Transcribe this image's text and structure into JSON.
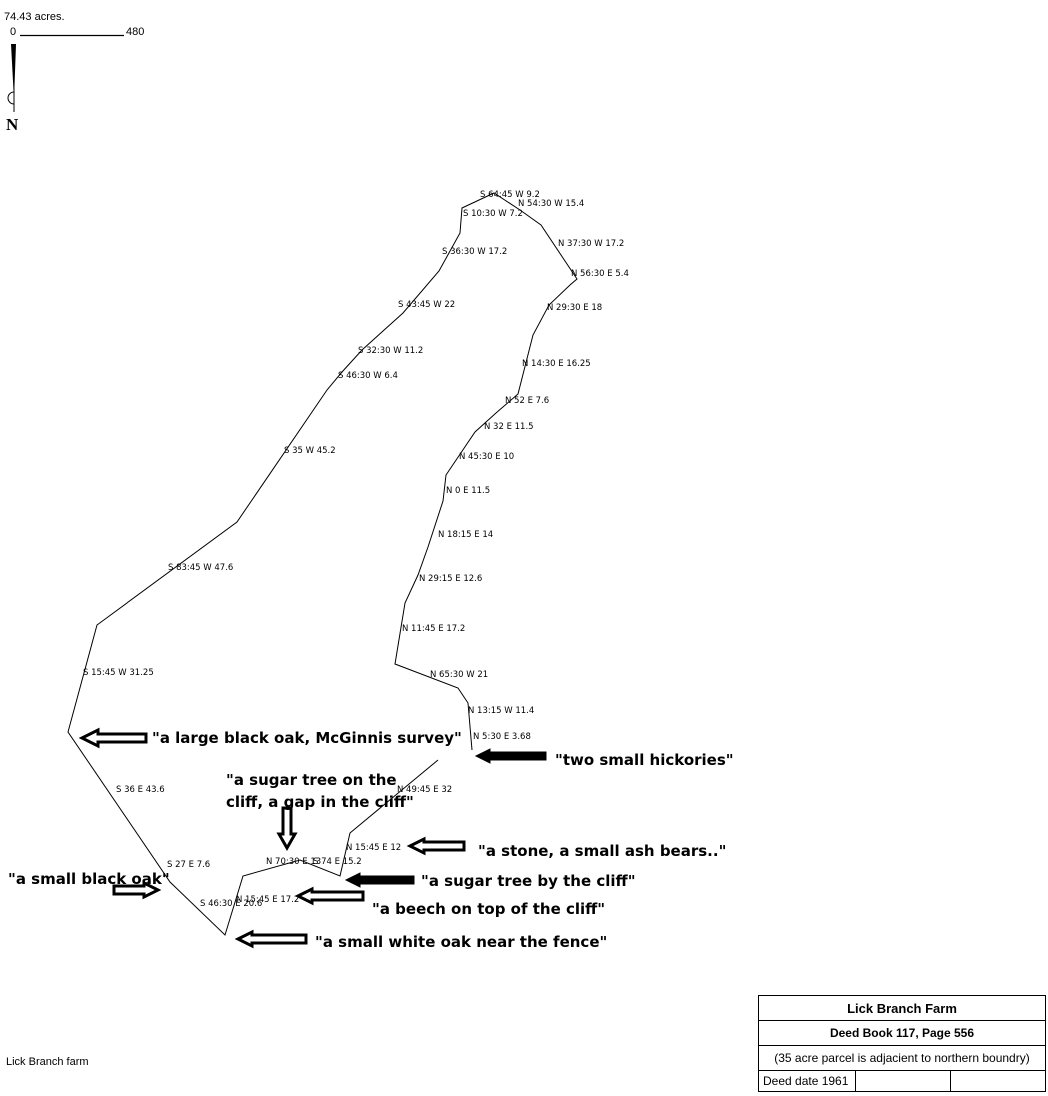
{
  "acreage": "74.43 acres.",
  "scale": {
    "start": "0",
    "end": "480"
  },
  "north_label": "N",
  "footer_label": "Lick Branch farm",
  "title_block": {
    "title": "Lick Branch Farm",
    "deed_ref": "Deed Book 117, Page 556",
    "note": "(35 acre parcel is adjacient to northern boundry)",
    "deed_date": "Deed date 1961"
  },
  "bearings": [
    "S 64:45 W 9.2",
    "N 54:30 W 15.4",
    "S 10:30 W 7.2",
    "N 37:30 W 17.2",
    "S 36:30 W 17.2",
    "N 56:30 E 5.4",
    "N 29:30 E 18",
    "S 43:45 W 22",
    "S 32:30 W 11.2",
    "N 14:30 E 16.25",
    "S 46:30 W 6.4",
    "N 52 E 7.6",
    "N 32 E 11.5",
    "S 35 W 45.2",
    "N 45:30 E 10",
    "N 0 E 11.5",
    "N 18:15 E 14",
    "S 83:45 W 47.6",
    "N 29:15 E 12.6",
    "N 11:45 E 17.2",
    "S 15:45 W 31.25",
    "N 65:30 W 21",
    "N 13:15 W 11.4",
    "N 5:30 E 3.68",
    "S 36 E 43.6",
    "N 49:45 E 32",
    "N 15:45 E 12",
    "N 70:30 E 13",
    "S 74 E 15.2",
    "S 27 E 7.6",
    "N 15:45 E 17.2",
    "S 46:30 E 20.6"
  ],
  "annotations": {
    "large_black_oak": "\"a large black oak, McGinnis survey\"",
    "two_hickories": "\"two small hickories\"",
    "sugar_tree_cliff_1": "\"a sugar tree on the",
    "sugar_tree_cliff_2": "cliff, a gap in the cliff\"",
    "stone_ash": "\"a stone, a small ash bears..\"",
    "small_black_oak": "\"a small black oak\"",
    "sugar_tree_by_cliff": "\"a sugar tree by the cliff\"",
    "beech": "\"a beech on top of the cliff\"",
    "white_oak": "\"a small white oak near the fence\""
  }
}
